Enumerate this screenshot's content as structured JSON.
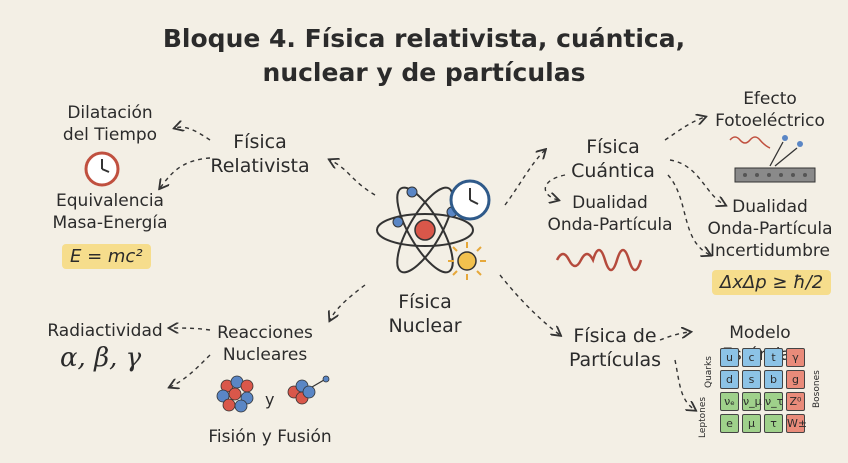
{
  "title_line1": "Bloque 4. Física relativista, cuántica,",
  "title_line2": "nuclear y de partículas",
  "center": {
    "line1": "Física",
    "line2": "Nuclear"
  },
  "relativista": {
    "line1": "Física",
    "line2": "Relativista"
  },
  "dilatacion": {
    "line1": "Dilatación",
    "line2": "del Tiempo"
  },
  "equivalencia": {
    "line1": "Equivalencia",
    "line2": "Masa-Energía",
    "formula": "E = mc²"
  },
  "cuantica": {
    "line1": "Física",
    "line2": "Cuántica"
  },
  "fotoelectrico": {
    "line1": "Efecto",
    "line2": "Fotoeléctrico"
  },
  "dualidad_left": {
    "line1": "Dualidad",
    "line2": "Onda-Partícula"
  },
  "dualidad_right": {
    "line1": "Dualidad",
    "line2": "Onda-Partícula",
    "line3": "Incertidumbre",
    "formula": "ΔxΔp ≥ ħ/2"
  },
  "reacciones": {
    "line1": "Reacciones",
    "line2": "Nucleares",
    "y": "y",
    "fision": "Fisión y Fusión"
  },
  "radiactividad": {
    "label": "Radiactividad",
    "greek": "α, β, γ"
  },
  "particulas": {
    "line1": "Física de",
    "line2": "Partículas"
  },
  "modelo": {
    "title": "Modelo Estándar",
    "quarks_label": "Quarks",
    "leptones_label": "Leptones",
    "bosones_label": "Bosones",
    "cells": [
      "u",
      "c",
      "t",
      "γ",
      "d",
      "s",
      "b",
      "g",
      "νₑ",
      "ν_μ",
      "ν_τ",
      "Z⁰",
      "e",
      "μ",
      "τ",
      "W±"
    ],
    "colors": {
      "quark": "#8cc3e6",
      "lepton": "#9fd18b",
      "boson": "#e98b7a"
    }
  }
}
